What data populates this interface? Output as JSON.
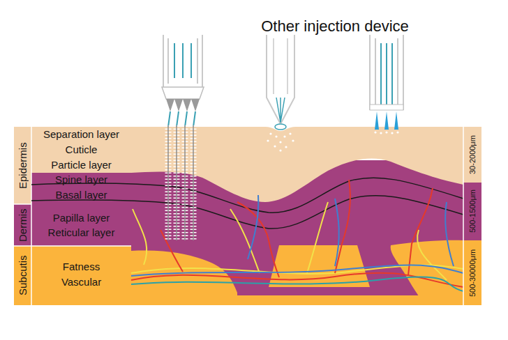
{
  "diagram": {
    "title": "Other injection device",
    "nodes": [
      {
        "text": [
          "Epidermis",
          "Separation layer",
          "Cuticle",
          "Particle layer",
          "Spine layer",
          "Basal layer"
        ]
      },
      {
        "text": [
          "Dermis",
          "Papilla layer",
          "Reticular layer"
        ]
      },
      {
        "text": [
          "Subcutis",
          "Fatness",
          "Vascular"
        ]
      },
      {
        "text": [
          "30-2000μm"
        ]
      },
      {
        "text": [
          "500-1500μm"
        ]
      },
      {
        "text": [
          "500-30000μm"
        ]
      }
    ]
  }
}
